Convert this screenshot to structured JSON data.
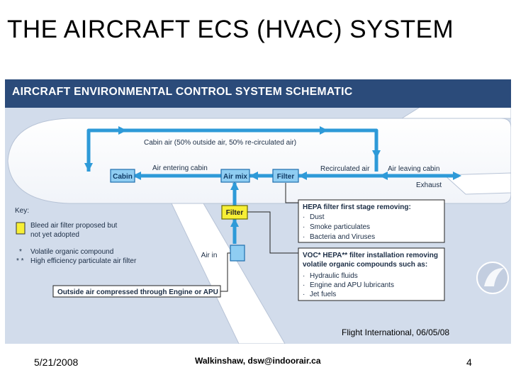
{
  "slide": {
    "title": "THE AIRCRAFT ECS (HVAC) SYSTEM",
    "credit": "Flight International, 06/05/08",
    "footer": {
      "date": "5/21/2008",
      "author": "Walkinshaw, dsw@indoorair.ca",
      "page": "4"
    }
  },
  "schematic": {
    "header": "AIRCRAFT ENVIRONMENTAL CONTROL SYSTEM SCHEMATIC",
    "nodes": {
      "cabin": "Cabin",
      "air_mix": "Air mix",
      "filter_recirc": "Filter",
      "filter_bleed": "Filter",
      "air_in": "Air in"
    },
    "labels": {
      "cabin_air": "Cabin air (50% outside air, 50% re-circulated air)",
      "air_entering": "Air entering cabin",
      "recirculated": "Recirculated air",
      "air_leaving": "Air leaving cabin",
      "exhaust": "Exhaust",
      "outside_air": "Outside air compressed through Engine or APU"
    },
    "key": {
      "title": "Key:",
      "bleed_line1": "Bleed air filter proposed but",
      "bleed_line2": "not yet adopted",
      "voc_mark": "*",
      "voc": "Volatile organic compound",
      "hepa_mark": "* *",
      "hepa": "High efficiency particulate air filter"
    },
    "hepa_box": {
      "title": "HEPA filter first stage removing:",
      "items": [
        "Dust",
        "Smoke particulates",
        "Bacteria and Viruses"
      ]
    },
    "voc_box": {
      "title1": "VOC* HEPA** filter installation removing",
      "title2": "volatile organic compounds such as:",
      "items": [
        "Hydraulic fluids",
        "Engine and APU lubricants",
        "Jet fuels"
      ]
    }
  },
  "colors": {
    "header_bg": "#2b4b7a",
    "figure_bg": "#d2dceb",
    "duct": "#2e9ad8",
    "filter_bleed": "#f7ef36",
    "box_fill": "#ffffff"
  }
}
